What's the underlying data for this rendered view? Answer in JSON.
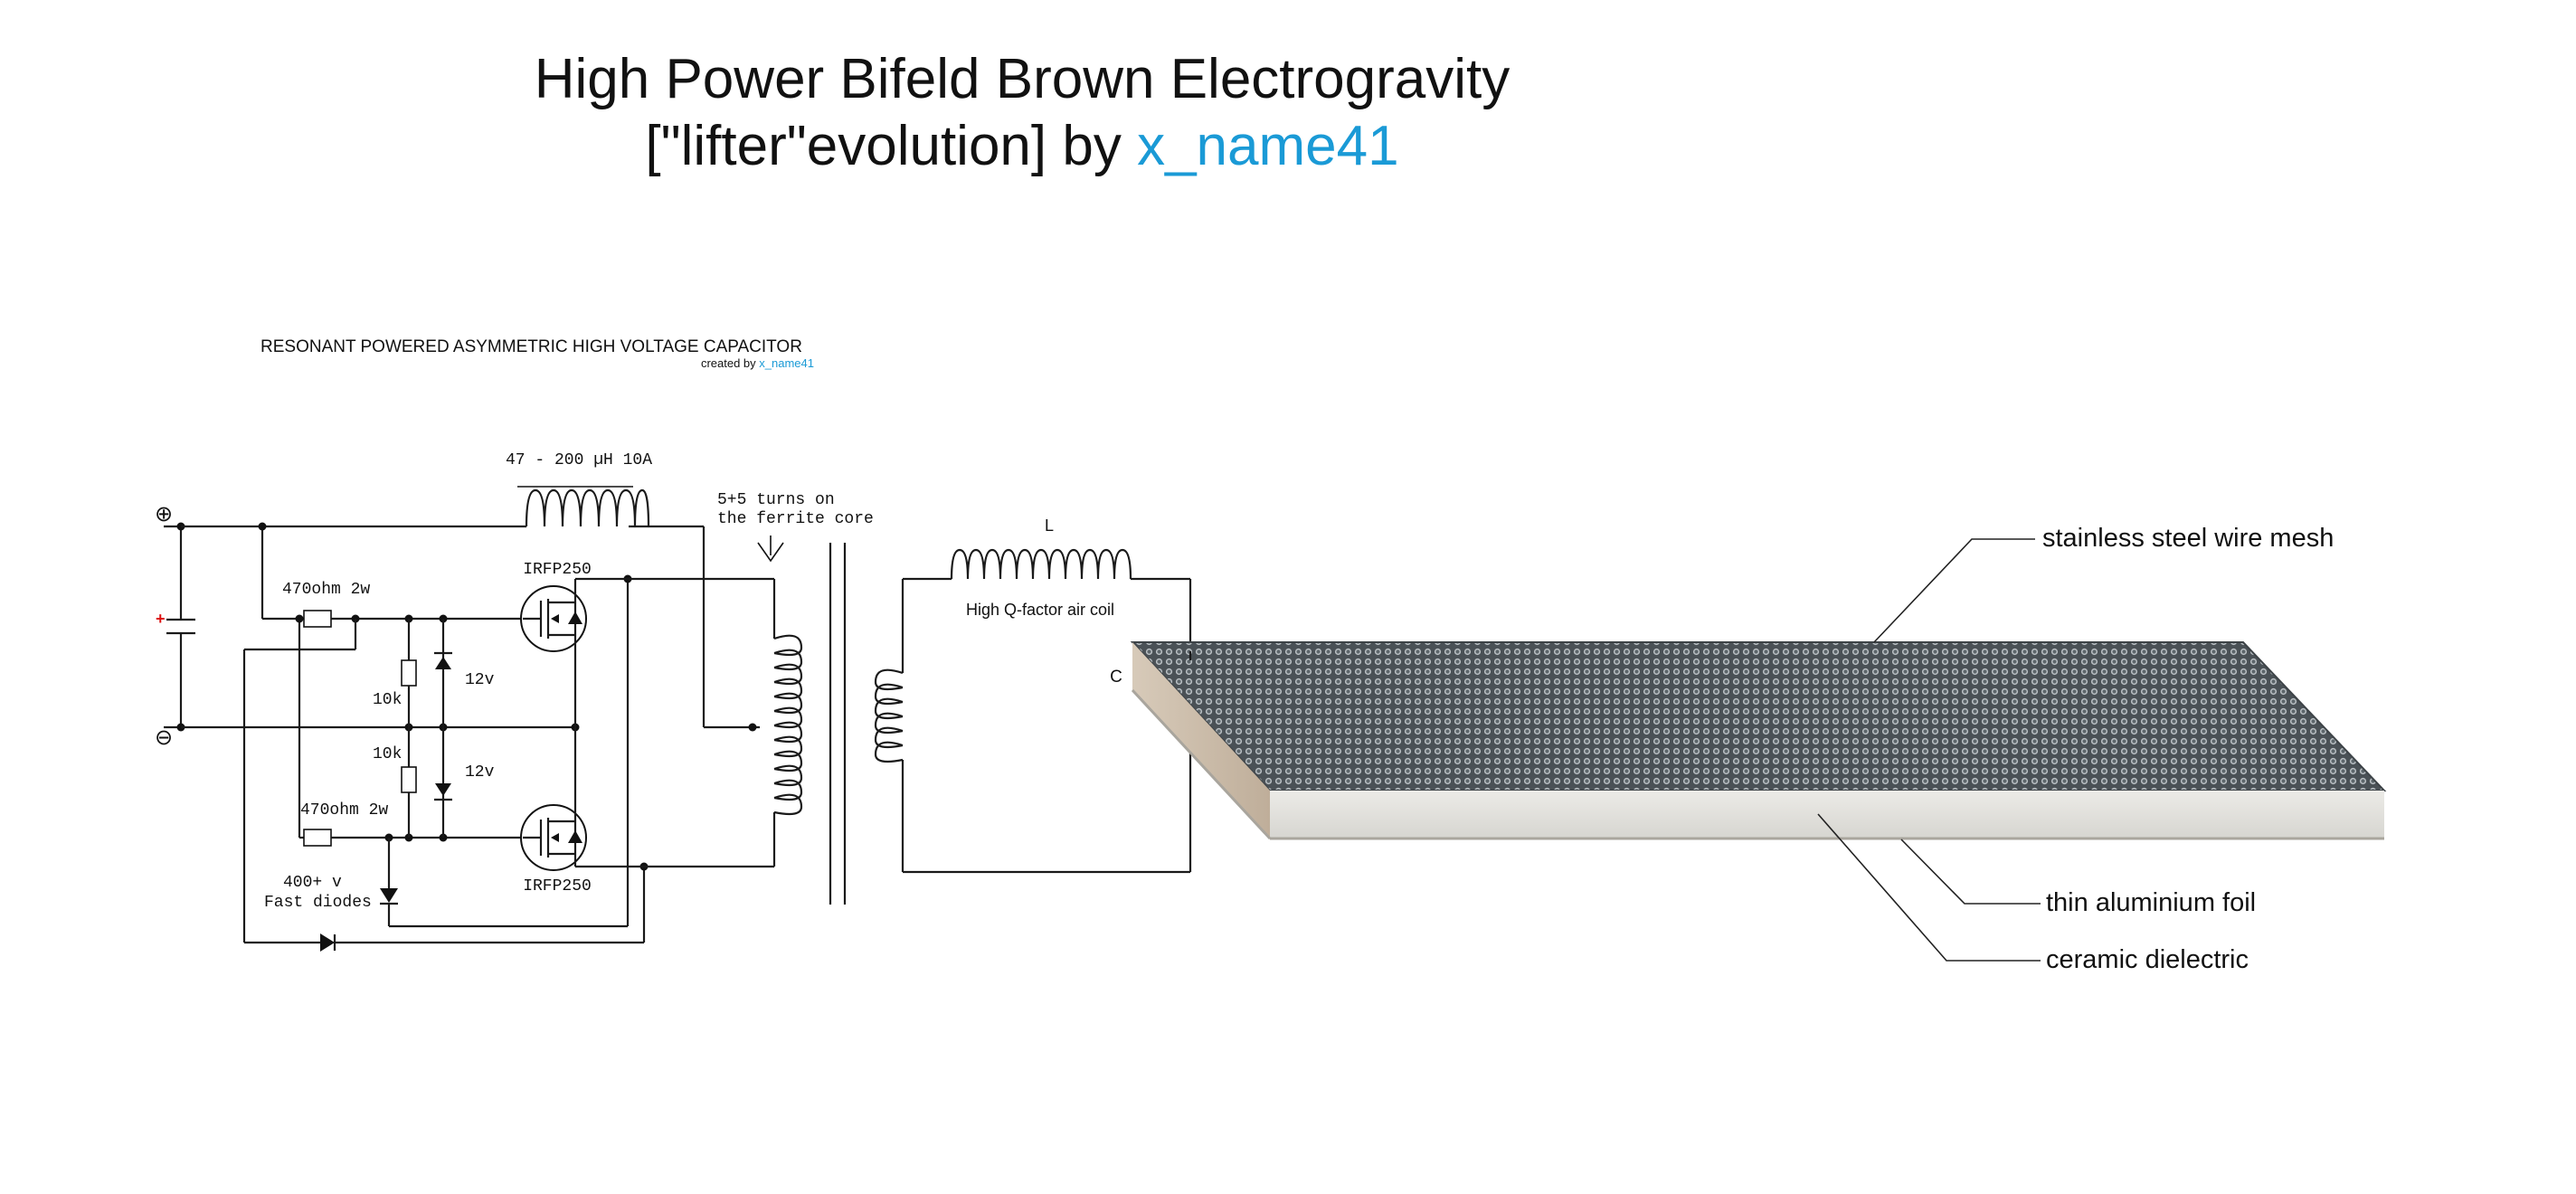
{
  "header": {
    "title_line1": "High Power Bifeld Brown Electrogravity",
    "title_line2_prefix": "[\"lifter\"evolution] by ",
    "title_author": "x_name41",
    "author_color": "#1a9ad6"
  },
  "schematic": {
    "title": "RESONANT POWERED ASYMMETRIC HIGH VOLTAGE CAPACITOR",
    "credit_prefix": "created by ",
    "credit_author": "x_name41",
    "input_inductor": "47 - 200 µH 10A",
    "transformer_note_line1": "5+5 turns on",
    "transformer_note_line2": "the ferrite core",
    "mosfet_top": "IRFP250",
    "mosfet_bottom": "IRFP250",
    "gate_resistor_top": "470ohm 2w",
    "gate_resistor_bottom": "470ohm 2w",
    "pulldown_top": "10k",
    "pulldown_bottom": "10k",
    "zener_top": "12v",
    "zener_bottom": "12v",
    "diode_note_line1": "400+ v",
    "diode_note_line2": "Fast diodes",
    "positive_terminal": "⊕",
    "negative_terminal": "⊖",
    "cap_plus": "+",
    "resonator_inductor": "L",
    "air_coil": "High Q-factor air coil",
    "capacitor": "C"
  },
  "device": {
    "label_mesh": "stainless steel wire mesh",
    "label_foil": "thin aluminium foil",
    "label_dielectric": "ceramic dielectric",
    "colors": {
      "mesh_dark": "#4a5156",
      "mesh_light": "#c8cdd0",
      "slab_front": "#e1e0dc",
      "slab_side": "#cdbfae"
    }
  }
}
